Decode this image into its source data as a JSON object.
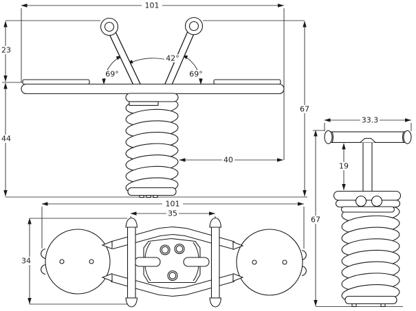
{
  "colors": {
    "line": "#1a1a1a",
    "background": "#ffffff"
  },
  "front_view": {
    "width": "101",
    "handle_height": "23",
    "seat_height": "44",
    "total_height": "67",
    "spring_offset": "40",
    "angle_between_handles": "42°",
    "angle_left": "69°",
    "angle_right": "69°"
  },
  "side_view": {
    "handlebar_width": "33.3",
    "handle_post_height": "19",
    "total_height": "67"
  },
  "top_view": {
    "length": "101",
    "handlebar_spacing": "35",
    "width": "34"
  }
}
